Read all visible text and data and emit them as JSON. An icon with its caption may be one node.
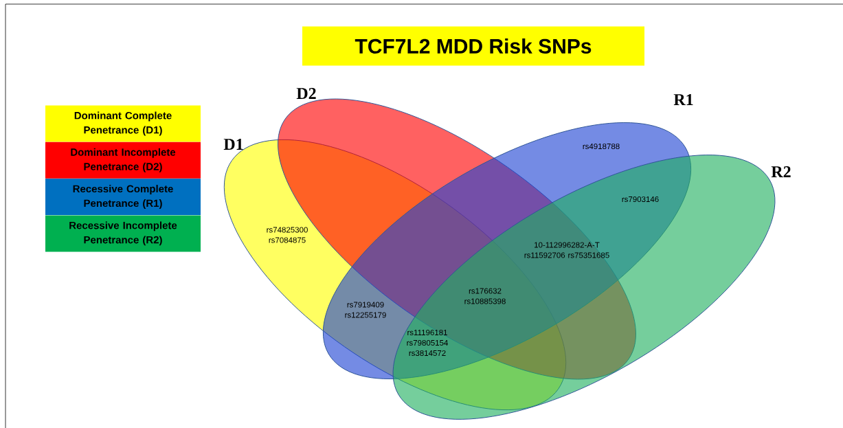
{
  "diagram": {
    "title": "TCF7L2 MDD Risk SNPs",
    "nodes": [
      {
        "text": [
          "D1"
        ]
      },
      {
        "text": [
          "D2"
        ]
      },
      {
        "text": [
          "R1"
        ]
      },
      {
        "text": [
          "R2"
        ]
      }
    ],
    "edges": [],
    "labels": [
      "rs4918788",
      "rs7903146",
      "rs74825300 rs7084875",
      "10-112996282-A-T rs11592706 rs75351685",
      "rs176632 rs10885398",
      "rs7919409 rs12255179",
      "rs11196181 rs79805154 rs3814572"
    ],
    "legend": [
      {
        "text": "Dominant Complete Penetrance (D1)",
        "color": "#ffff00"
      },
      {
        "text": "Dominant Incomplete Penetrance (D2)",
        "color": "#ff0000"
      },
      {
        "text": "Recessive Complete Penetrance (R1)",
        "color": "#0070c0"
      },
      {
        "text": "Recessive Incomplete Penetrance (R2)",
        "color": "#00b050"
      }
    ]
  }
}
